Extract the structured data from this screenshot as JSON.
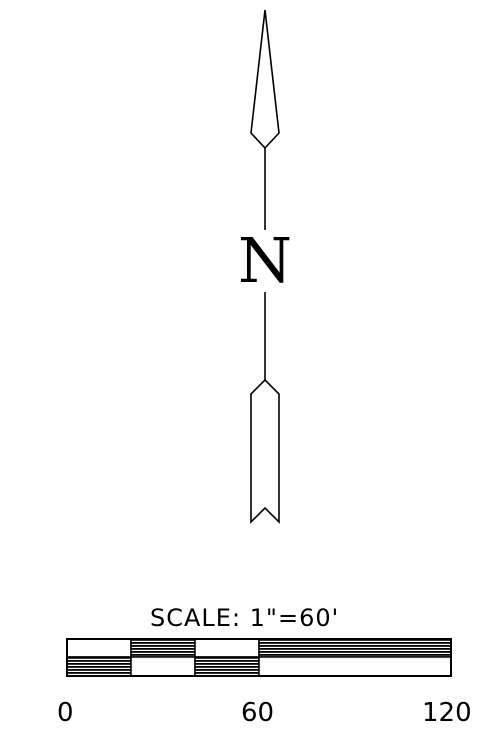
{
  "north_arrow": {
    "letter": "N"
  },
  "scale": {
    "title": "SCALE:  1\"=60'",
    "tick_labels": [
      "0",
      "60",
      "120"
    ]
  }
}
